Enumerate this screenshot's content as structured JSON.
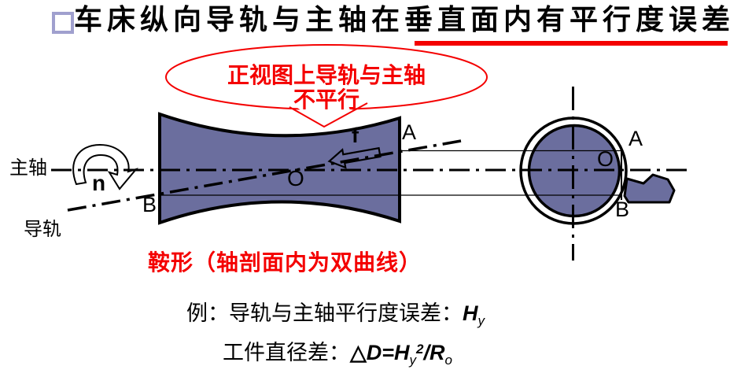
{
  "slide": {
    "title": "车床纵向导轨与主轴在垂直面内有平行度误差",
    "caption": "鞍形（轴剖面内为双曲线）",
    "bubble": {
      "line1": "正视图上导轨与主轴",
      "line2": "不平行"
    }
  },
  "diagram": {
    "front_view": {
      "spindle_label": "主轴",
      "rail_label": "导轨",
      "speed_label": "n",
      "feed_label": "f",
      "point_a": "A",
      "point_b": "B",
      "point_o": "O"
    },
    "end_view": {
      "point_a": "A",
      "point_b": "B",
      "point_o": "O"
    }
  },
  "formulas": {
    "line1": {
      "prefix": "例：导轨与主轴平行度误差：",
      "var": "H",
      "sub": "y"
    },
    "line2": {
      "prefix": "工件直径差：",
      "delta": "△",
      "p1": "D=H",
      "sub1": "y",
      "sup": "2",
      "p2": "/R",
      "sub2": "o"
    }
  },
  "colors": {
    "accent_red": "#f40000",
    "shape_fill": "#6b6e9e",
    "bullet_border": "#a0a0ce",
    "line_black": "#000000"
  }
}
